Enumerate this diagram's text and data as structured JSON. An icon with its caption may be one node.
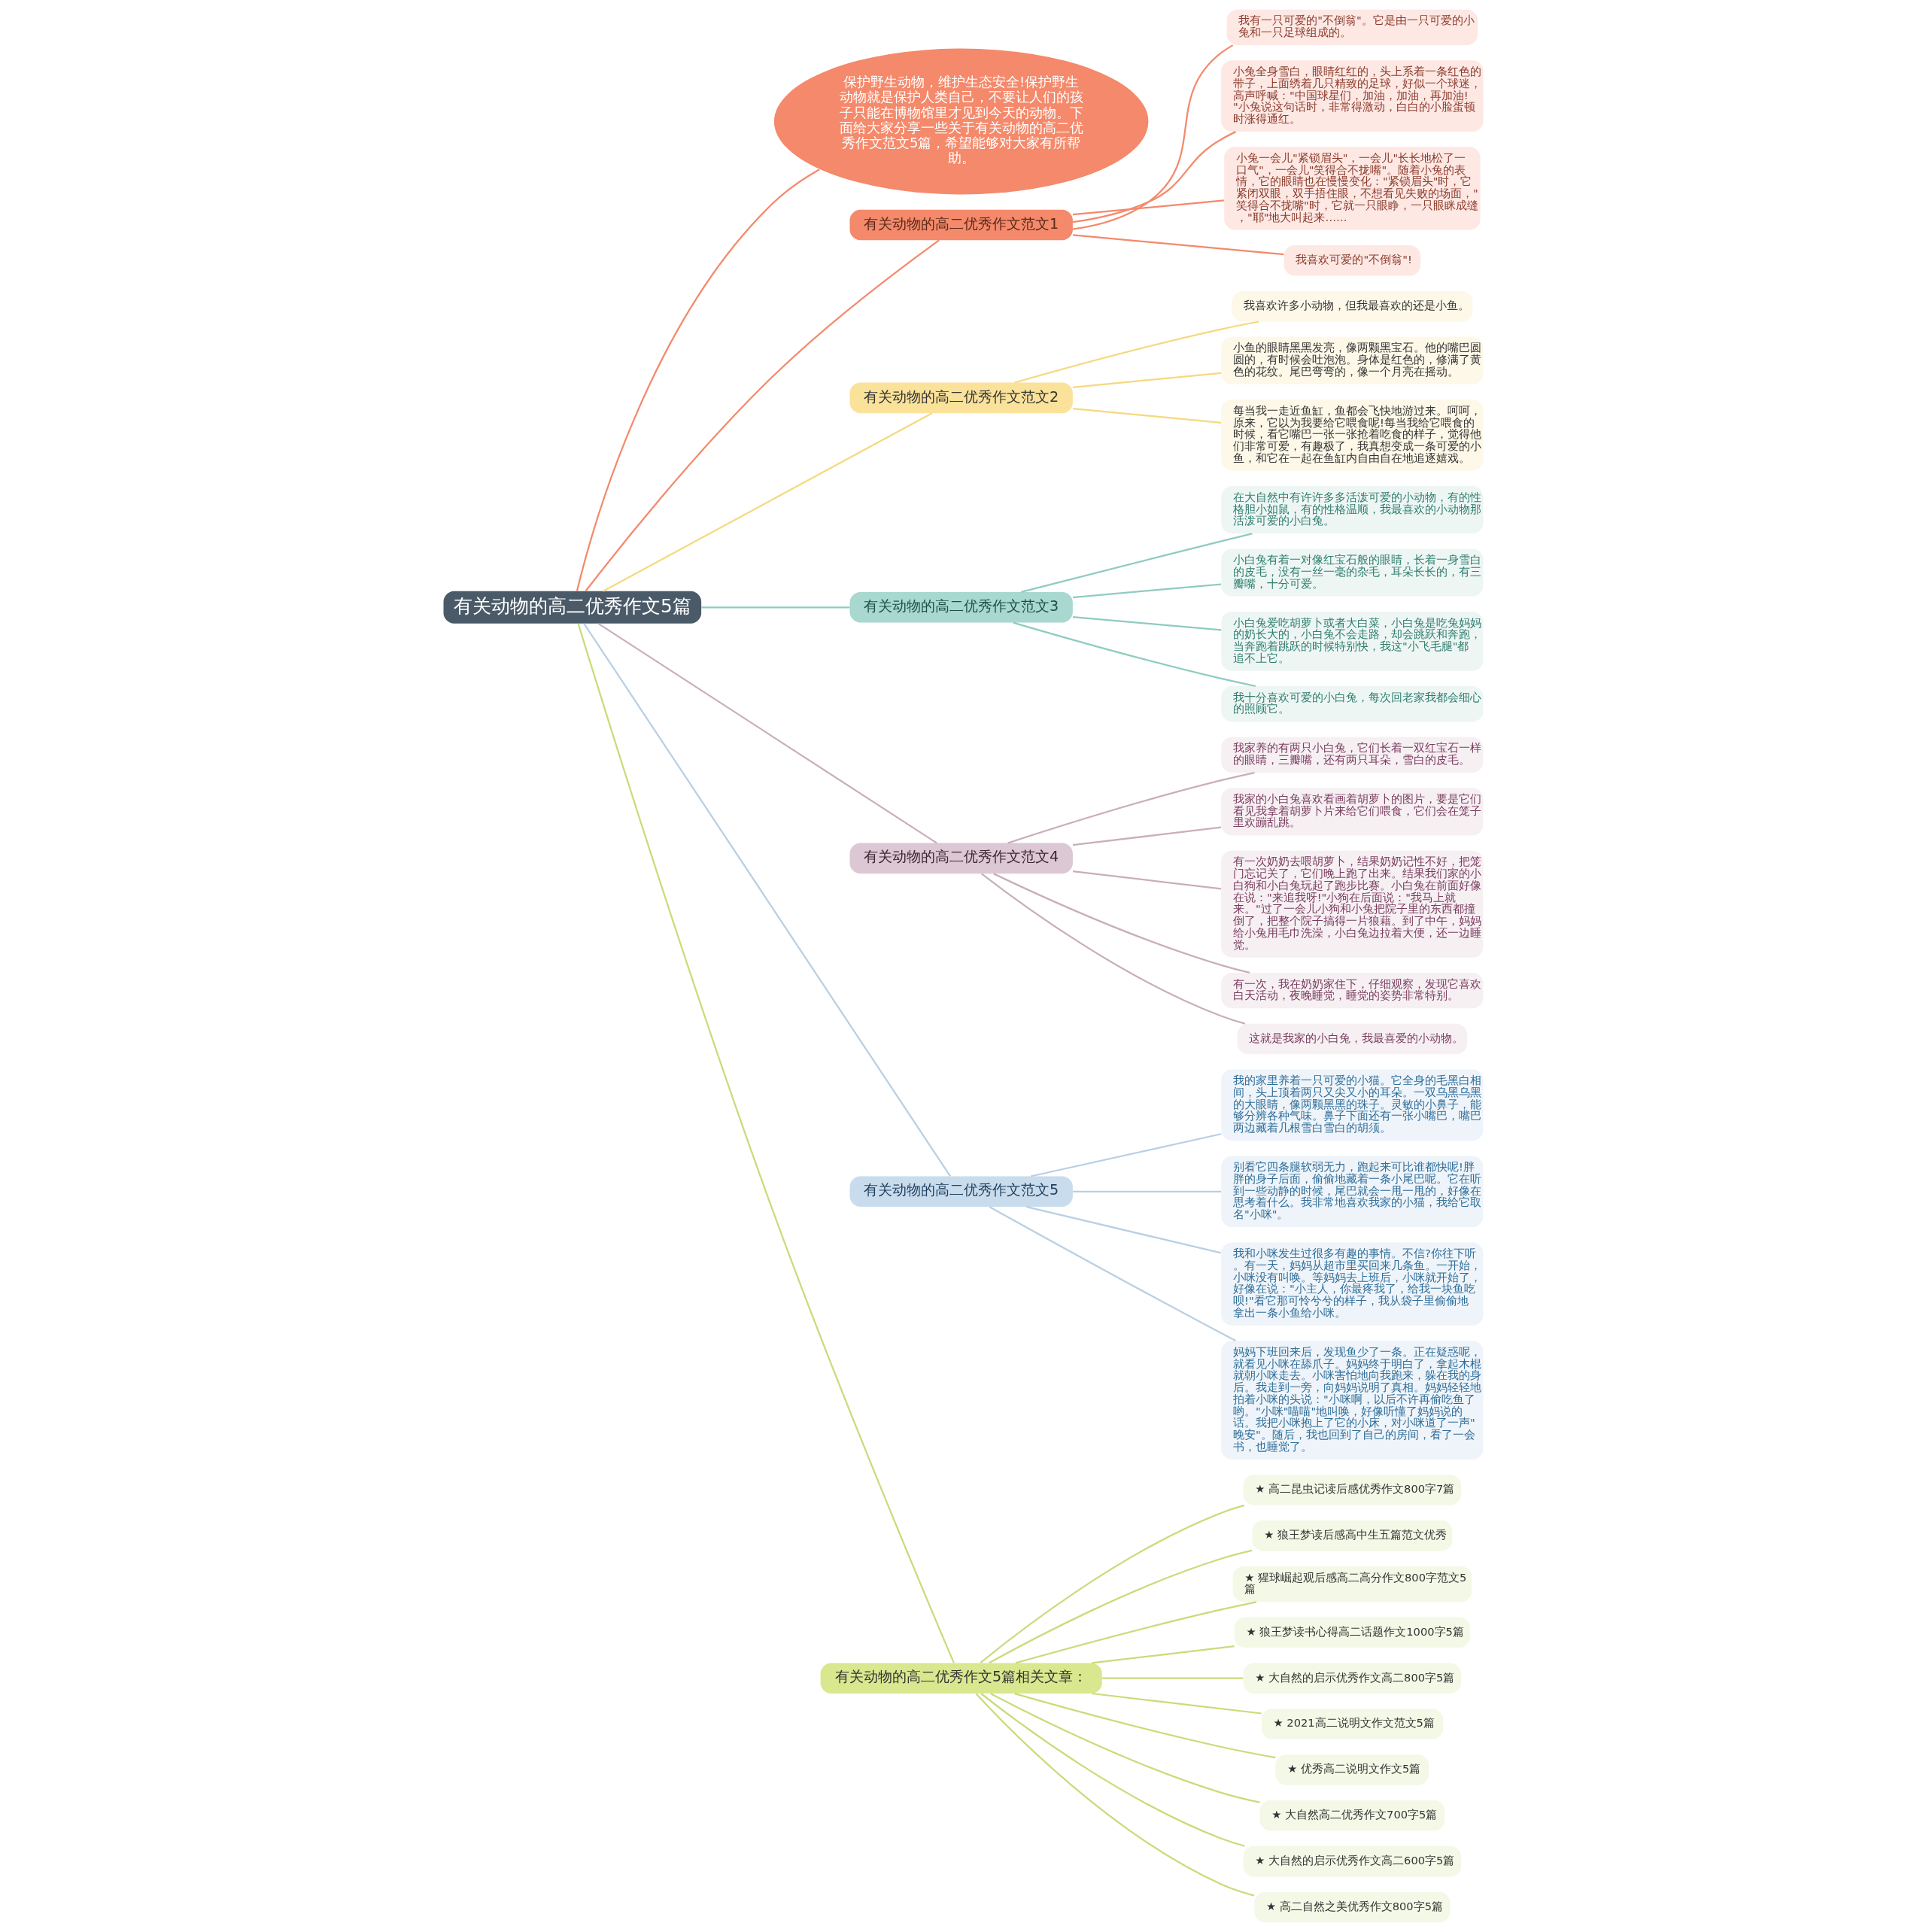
{
  "diagram": {
    "nodes": [
      {
        "text": [
          "有关动物的高二优秀作文5篇"
        ]
      },
      {
        "text": [
          "保护野生动物，维护生态安全!保护野生动物就是保护人类自己，不要让人们的孩子只能在博物馆里才见到今天的动物。下面给大家分享一些关于有关动物的高二优秀作文范文5篇，希望能够对大家有所帮助。"
        ]
      },
      {
        "text": [
          "有关动物的高二优秀作文范文1"
        ]
      },
      {
        "text": [
          "我有一只可爱的\"不倒翁\"。它是由一只可爱的小兔和一只足球组成的。"
        ]
      },
      {
        "text": [
          "小兔全身雪白，眼睛红红的，头上系着一条红色的带子，上面绣着几只精致的足球，好似一个球迷，高声呼喊：\"中国球星们，加油，加油，再加油!\"小兔说这句话时，非常得激动，白白的小脸蛋顿时涨得通红。"
        ]
      },
      {
        "text": [
          "小兔一会儿\"紧锁眉头\"，一会儿\"长长地松了一口气\"，一会儿\"笑得合不拢嘴\"。随着小兔的表情，它的眼睛也在慢慢变化：\"紧锁眉头\"时，它紧闭双眼，双手捂住眼，不想看见失败的场面，\"笑得合不拢嘴\"时，它就一只眼睁，一只眼眯成缝，\"耶\"地大叫起来……"
        ]
      },
      {
        "text": [
          "我喜欢可爱的\"不倒翁\"!"
        ]
      },
      {
        "text": [
          "有关动物的高二优秀作文范文2"
        ]
      },
      {
        "text": [
          "我喜欢许多小动物，但我最喜欢的还是小鱼。"
        ]
      },
      {
        "text": [
          "小鱼的眼睛黑黑发亮，像两颗黑宝石。他的嘴巴圆圆的，有时候会吐泡泡。身体是红色的，修满了黄色的花纹。尾巴弯弯的，像一个月亮在摇动。"
        ]
      },
      {
        "text": [
          "每当我一走近鱼缸，鱼都会飞快地游过来。呵呵，原来，它以为我要给它喂食呢!每当我给它喂食的时候，看它嘴巴一张一张抢着吃食的样子，觉得他们非常可爱，有趣极了，我真想变成一条可爱的小鱼，和它在一起在鱼缸内自由自在地追逐嬉戏。"
        ]
      },
      {
        "text": [
          "有关动物的高二优秀作文范文3"
        ]
      },
      {
        "text": [
          "在大自然中有许许多多活泼可爱的小动物，有的性格胆小如鼠，有的性格温顺，我最喜欢的小动物那活泼可爱的小白兔。"
        ]
      },
      {
        "text": [
          "小白兔有着一对像红宝石般的眼睛，长着一身雪白的皮毛，没有一丝一毫的杂毛，耳朵长长的，有三瓣嘴，十分可爱。"
        ]
      },
      {
        "text": [
          "小白兔爱吃胡萝卜或者大白菜，小白兔是吃兔妈妈的奶长大的，小白兔不会走路，却会跳跃和奔跑，当奔跑着跳跃的时候特别快，我这\"小飞毛腿\"都追不上它。"
        ]
      },
      {
        "text": [
          "我十分喜欢可爱的小白兔，每次回老家我都会细心的照顾它。"
        ]
      },
      {
        "text": [
          "有关动物的高二优秀作文范文4"
        ]
      },
      {
        "text": [
          "我家养的有两只小白兔，它们长着一双红宝石一样的眼睛，三瓣嘴，还有两只耳朵，雪白的皮毛。"
        ]
      },
      {
        "text": [
          "我家的小白兔喜欢看画着胡萝卜的图片，要是它们看见我拿着胡萝卜片来给它们喂食，它们会在笼子里欢蹦乱跳。"
        ]
      },
      {
        "text": [
          "有一次奶奶去喂胡萝卜，结果奶奶记性不好，把笼门忘记关了，它们晚上跑了出来。结果我们家的小白狗和小白兔玩起了跑步比赛。小白兔在前面好像在说：\"来追我呀!\"小狗在后面说：\"我马上就来。\"过了一会儿小狗和小兔把院子里的东西都撞倒了，把整个院子搞得一片狼藉。到了中午，妈妈给小兔用毛巾洗澡，小白兔边拉着大便，还一边睡觉。"
        ]
      },
      {
        "text": [
          "有一次，我在奶奶家住下，仔细观察，发现它喜欢白天活动，夜晚睡觉，睡觉的姿势非常特别。"
        ]
      },
      {
        "text": [
          "这就是我家的小白兔，我最喜爱的小动物。"
        ]
      },
      {
        "text": [
          "有关动物的高二优秀作文范文5"
        ]
      },
      {
        "text": [
          "我的家里养着一只可爱的小猫。它全身的毛黑白相间，头上顶着两只又尖又小的耳朵。一双乌黑乌黑的大眼睛，像两颗黑黑的珠子。灵敏的小鼻子，能够分辨各种气味。鼻子下面还有一张小嘴巴，嘴巴两边藏着几根雪白雪白的胡须。"
        ]
      },
      {
        "text": [
          "别看它四条腿软弱无力，跑起来可比谁都快呢!胖胖的身子后面，偷偷地藏着一条小尾巴呢。它在听到一些动静的时候，尾巴就会一甩一甩的，好像在思考着什么。我非常地喜欢我家的小猫，我给它取名\"小咪\"。"
        ]
      },
      {
        "text": [
          "我和小咪发生过很多有趣的事情。不信?你往下听。有一天，妈妈从超市里买回来几条鱼。一开始，小咪没有叫唤。等妈妈去上班后，小咪就开始了，好像在说：\"小主人，你最疼我了，给我一块鱼吃呗!\"看它那可怜兮兮的样子，我从袋子里偷偷地拿出一条小鱼给小咪。"
        ]
      },
      {
        "text": [
          "妈妈下班回来后，发现鱼少了一条。正在疑惑呢，就看见小咪在舔爪子。妈妈终于明白了，拿起木棍就朝小咪走去。小咪害怕地向我跑来，躲在我的身后。我走到一旁，向妈妈说明了真相。妈妈轻轻地拍着小咪的头说：\"小咪啊，以后不许再偷吃鱼了哟。\"小咪\"喵喵\"地叫唤，好像听懂了妈妈说的话。我把小咪抱上了它的小床，对小咪道了一声\"晚安\"。随后，我也回到了自己的房间，看了一会书，也睡觉了。"
        ]
      },
      {
        "text": [
          "有关动物的高二优秀作文5篇相关文章："
        ]
      },
      {
        "text": [
          "★ 高二昆虫记读后感优秀作文800字7篇"
        ]
      },
      {
        "text": [
          "★ 狼王梦读后感高中生五篇范文优秀"
        ]
      },
      {
        "text": [
          "★ 猩球崛起观后感高二高分作文800字范文5篇"
        ]
      },
      {
        "text": [
          "★ 狼王梦读书心得高二话题作文1000字5篇"
        ]
      },
      {
        "text": [
          "★ 大自然的启示优秀作文高二800字5篇"
        ]
      },
      {
        "text": [
          "★ 2021高二说明文作文范文5篇"
        ]
      },
      {
        "text": [
          "★ 优秀高二说明文作文5篇"
        ]
      },
      {
        "text": [
          "★ 大自然高二优秀作文700字5篇"
        ]
      },
      {
        "text": [
          "★ 大自然的启示优秀作文高二600字5篇"
        ]
      },
      {
        "text": [
          "★ 高二自然之美优秀作文800字5篇"
        ]
      }
    ],
    "edges": [
      {
        "from": 0,
        "to": 1,
        "arrow": "none",
        "color": "#f4896b"
      },
      {
        "from": 0,
        "to": 2,
        "arrow": "none",
        "color": "#f4896b"
      },
      {
        "from": 2,
        "to": 3,
        "arrow": "none",
        "color": "#f4896b"
      },
      {
        "from": 2,
        "to": 4,
        "arrow": "none",
        "color": "#f4896b"
      },
      {
        "from": 2,
        "to": 5,
        "arrow": "none",
        "color": "#f4896b"
      },
      {
        "from": 2,
        "to": 6,
        "arrow": "none",
        "color": "#f4896b"
      },
      {
        "from": 0,
        "to": 7,
        "arrow": "none",
        "color": "#f5d97e"
      },
      {
        "from": 7,
        "to": 8,
        "arrow": "none",
        "color": "#f5d97e"
      },
      {
        "from": 7,
        "to": 9,
        "arrow": "none",
        "color": "#f5d97e"
      },
      {
        "from": 7,
        "to": 10,
        "arrow": "none",
        "color": "#f5d97e"
      },
      {
        "from": 0,
        "to": 11,
        "arrow": "none",
        "color": "#8fcbc0"
      },
      {
        "from": 11,
        "to": 12,
        "arrow": "none",
        "color": "#8fcbc0"
      },
      {
        "from": 11,
        "to": 13,
        "arrow": "none",
        "color": "#8fcbc0"
      },
      {
        "from": 11,
        "to": 14,
        "arrow": "none",
        "color": "#8fcbc0"
      },
      {
        "from": 11,
        "to": 15,
        "arrow": "none",
        "color": "#8fcbc0"
      },
      {
        "from": 0,
        "to": 16,
        "arrow": "none",
        "color": "#c9aebd"
      },
      {
        "from": 16,
        "to": 17,
        "arrow": "none",
        "color": "#c9aebd"
      },
      {
        "from": 16,
        "to": 18,
        "arrow": "none",
        "color": "#c9aebd"
      },
      {
        "from": 16,
        "to": 19,
        "arrow": "none",
        "color": "#c9aebd"
      },
      {
        "from": 16,
        "to": 20,
        "arrow": "none",
        "color": "#c9aebd"
      },
      {
        "from": 16,
        "to": 21,
        "arrow": "none",
        "color": "#c9aebd"
      },
      {
        "from": 0,
        "to": 22,
        "arrow": "none",
        "color": "#b9cfe4"
      },
      {
        "from": 22,
        "to": 23,
        "arrow": "none",
        "color": "#b9cfe4"
      },
      {
        "from": 22,
        "to": 24,
        "arrow": "none",
        "color": "#b9cfe4"
      },
      {
        "from": 22,
        "to": 25,
        "arrow": "none",
        "color": "#b9cfe4"
      },
      {
        "from": 22,
        "to": 26,
        "arrow": "none",
        "color": "#b9cfe4"
      },
      {
        "from": 0,
        "to": 27,
        "arrow": "none",
        "color": "#c8dc7a"
      },
      {
        "from": 27,
        "to": 28,
        "arrow": "none",
        "color": "#c8dc7a"
      },
      {
        "from": 27,
        "to": 29,
        "arrow": "none",
        "color": "#c8dc7a"
      },
      {
        "from": 27,
        "to": 30,
        "arrow": "none",
        "color": "#c8dc7a"
      },
      {
        "from": 27,
        "to": 31,
        "arrow": "none",
        "color": "#c8dc7a"
      },
      {
        "from": 27,
        "to": 32,
        "arrow": "none",
        "color": "#c8dc7a"
      },
      {
        "from": 27,
        "to": 33,
        "arrow": "none",
        "color": "#c8dc7a"
      },
      {
        "from": 27,
        "to": 34,
        "arrow": "none",
        "color": "#c8dc7a"
      },
      {
        "from": 27,
        "to": 35,
        "arrow": "none",
        "color": "#c8dc7a"
      },
      {
        "from": 27,
        "to": 36,
        "arrow": "none",
        "color": "#c8dc7a"
      },
      {
        "from": 27,
        "to": 37,
        "arrow": "none",
        "color": "#c8dc7a"
      }
    ]
  }
}
